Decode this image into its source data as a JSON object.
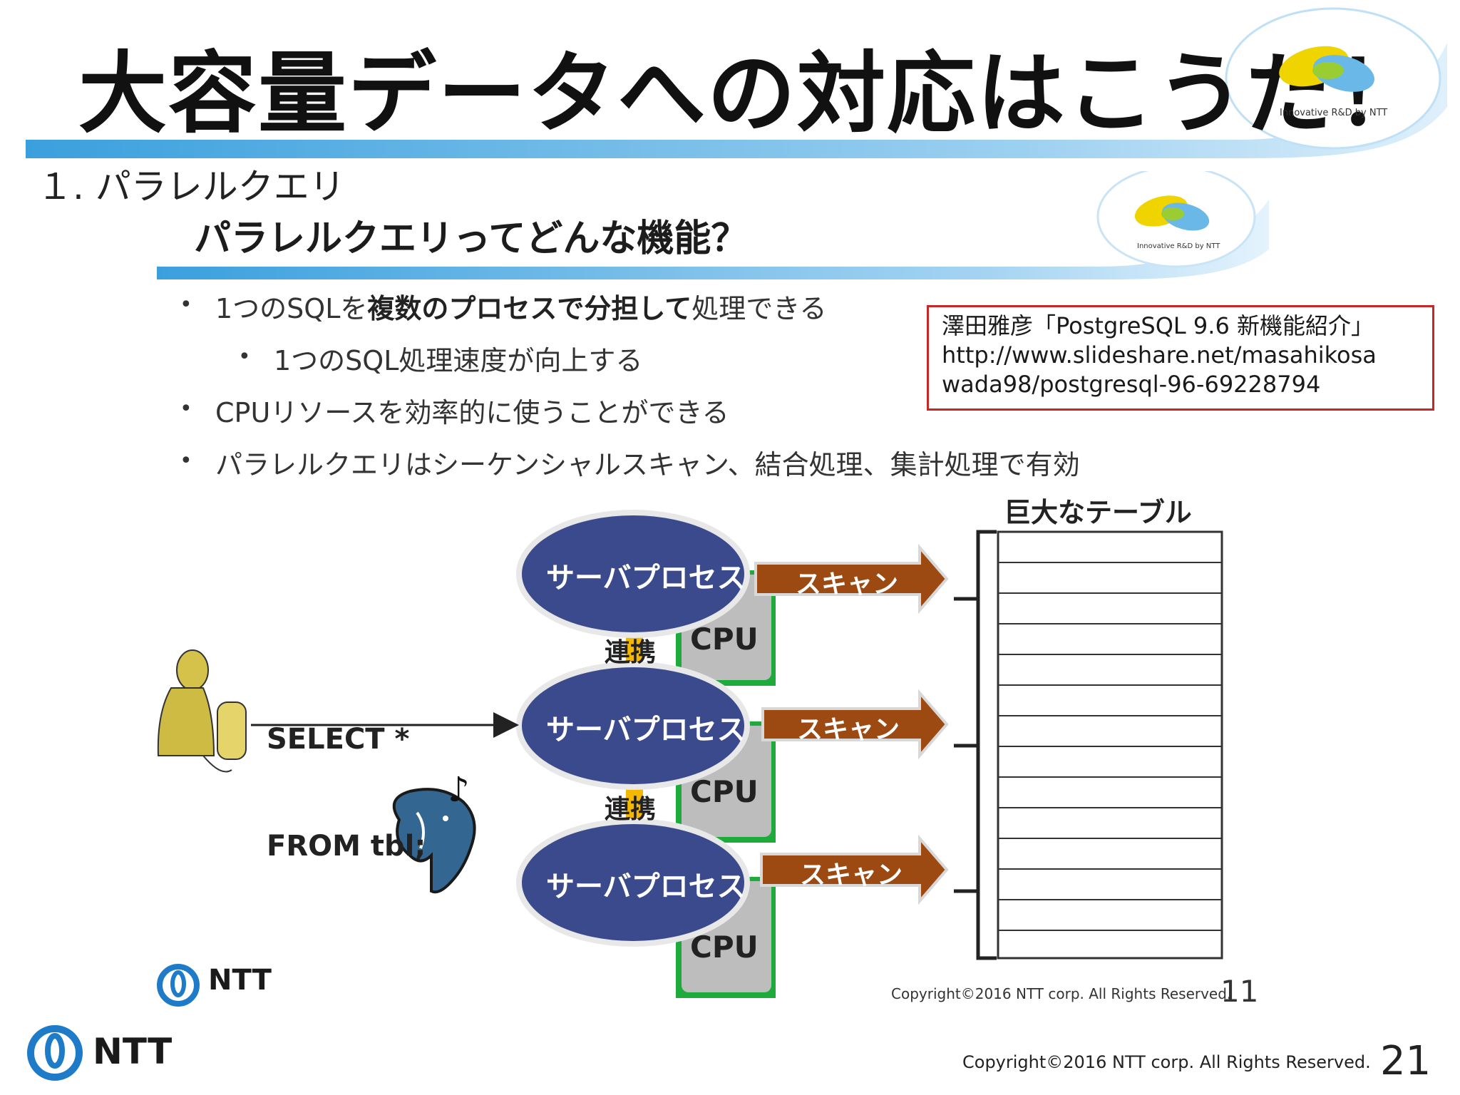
{
  "slide": {
    "title": "大容量データへの対応はこうだ！",
    "section": "１. パラレルクエリ",
    "page_number": "21",
    "copyright": "Copyright©2016  NTT corp. All Rights Reserved.",
    "logo_text": "NTT",
    "innovative_label": "Innovative R&D by NTT"
  },
  "embedded_slide": {
    "title": "パラレルクエリってどんな機能？",
    "innovative_label": "Innovative R&D by NTT",
    "bullets": [
      {
        "pre": "1つのSQLを",
        "bold": "複数のプロセスで分担して",
        "post": "処理できる"
      },
      {
        "pre": "1つのSQL処理速度が向上する",
        "bold": "",
        "post": ""
      },
      {
        "pre": "CPUリソースを効率的に使うことができる",
        "bold": "",
        "post": ""
      },
      {
        "pre": "パラレルクエリはシーケンシャルスキャン、結合処理、集計処理で有効",
        "bold": "",
        "post": ""
      }
    ],
    "diagram": {
      "sql_line1": "SELECT *",
      "sql_line2": "FROM tbl;",
      "process_label": "サーバプロセス",
      "cpu_label": "CPU",
      "scan_label": "スキャン",
      "coop_label": "連携",
      "table_title": "巨大なテーブル",
      "music_note": "♪",
      "colors": {
        "process": "#3a4a8c",
        "scan_arrow": "#9c4a12",
        "coop_arrow": "#f5b800",
        "cpu_border": "#1faa3c"
      }
    },
    "copyright": "Copyright©2016  NTT corp. All Rights Reserved.",
    "page_number": "11",
    "logo_text": "NTT"
  },
  "reference": {
    "line1": "澤田雅彦「PostgreSQL 9.6 新機能紹介」",
    "line2": "http://www.slideshare.net/masahikosa",
    "line3": "wada98/postgresql-96-69228794"
  }
}
